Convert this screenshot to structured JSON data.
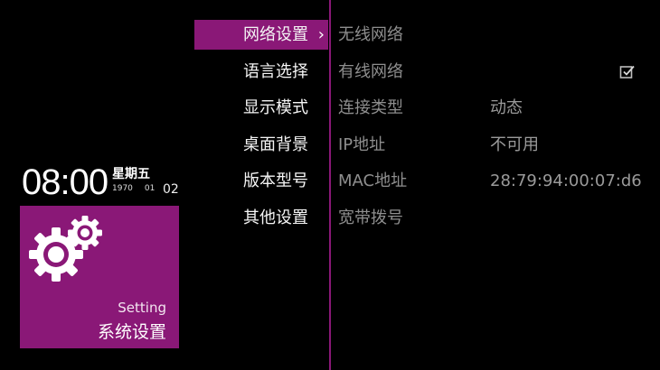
{
  "clock": {
    "time": "08:00",
    "weekday": "星期五",
    "year": "1970",
    "month": "01",
    "day": "02"
  },
  "tile": {
    "subtitle_en": "Setting",
    "title": "系统设置",
    "icon": "gears-icon"
  },
  "menu": {
    "items": [
      {
        "label": "网络设置",
        "active": true
      },
      {
        "label": "语言选择"
      },
      {
        "label": "显示模式"
      },
      {
        "label": "桌面背景"
      },
      {
        "label": "版本型号"
      },
      {
        "label": "其他设置"
      }
    ],
    "chevron": "›"
  },
  "network": {
    "rows": [
      {
        "label": "无线网络"
      },
      {
        "label": "有线网络",
        "checked": true
      },
      {
        "label": "连接类型",
        "value": "动态"
      },
      {
        "label": "IP地址",
        "value": "不可用"
      },
      {
        "label": "MAC地址",
        "value": "28:79:94:00:07:d6"
      },
      {
        "label": "宽带拨号"
      }
    ]
  },
  "colors": {
    "accent": "#8a1877",
    "background": "#000000",
    "muted_text": "#8e8e8e"
  }
}
